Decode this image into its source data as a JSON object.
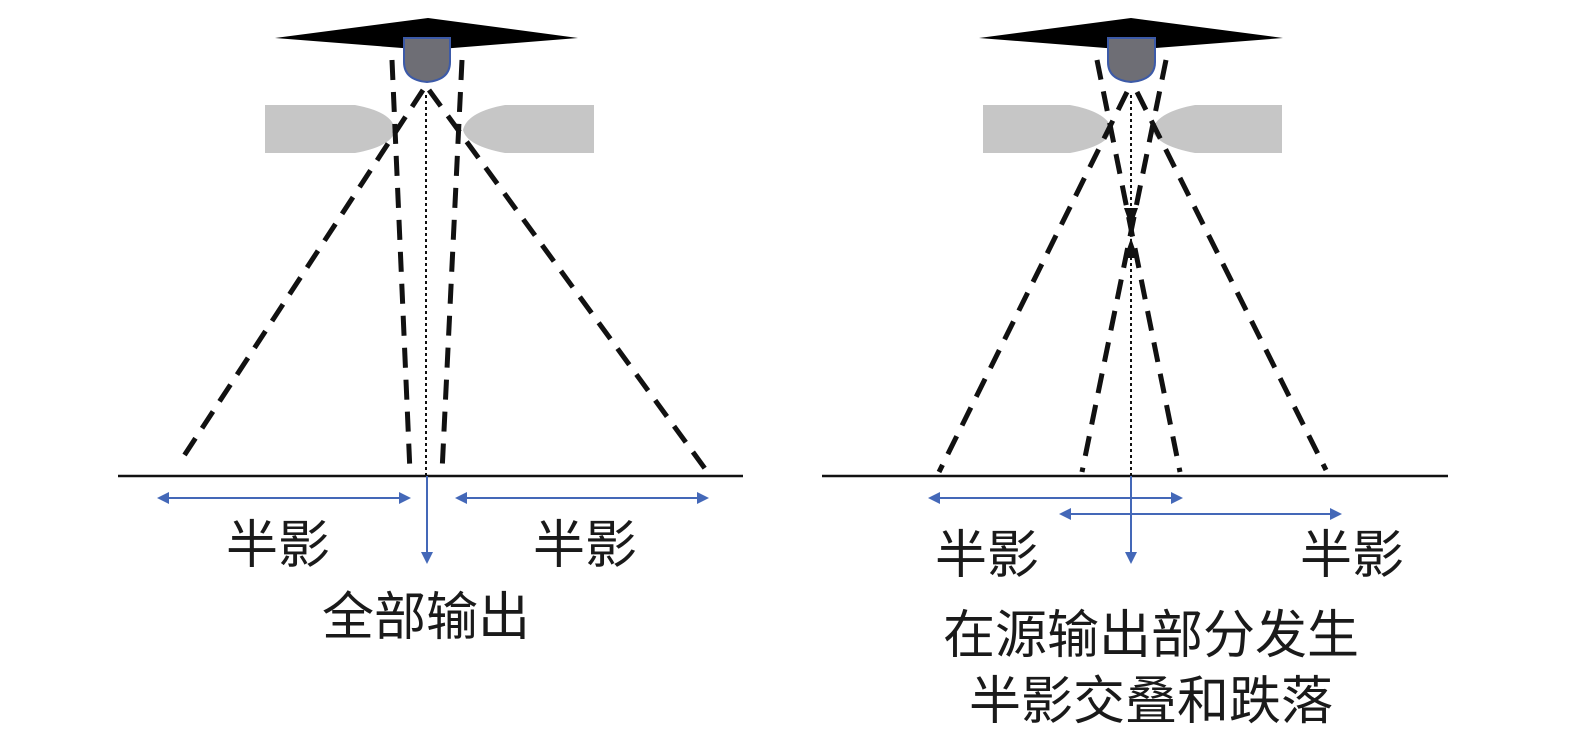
{
  "colors": {
    "beam_dash": "#111111",
    "source_body": "#000000",
    "source_tip": "#6e6e75",
    "source_tip_outline": "#3c5aa8",
    "collimator": "#c6c6c6",
    "arrow": "#4468b8",
    "ground": "#111111",
    "text": "#1a1a1a"
  },
  "left_panel": {
    "penumbra_left_label": "半影",
    "penumbra_right_label": "半影",
    "caption": "全部输出"
  },
  "right_panel": {
    "penumbra_left_label": "半影",
    "penumbra_right_label": "半影",
    "caption_line1": "在源输出部分发生",
    "caption_line2": "半影交叠和跌落"
  }
}
